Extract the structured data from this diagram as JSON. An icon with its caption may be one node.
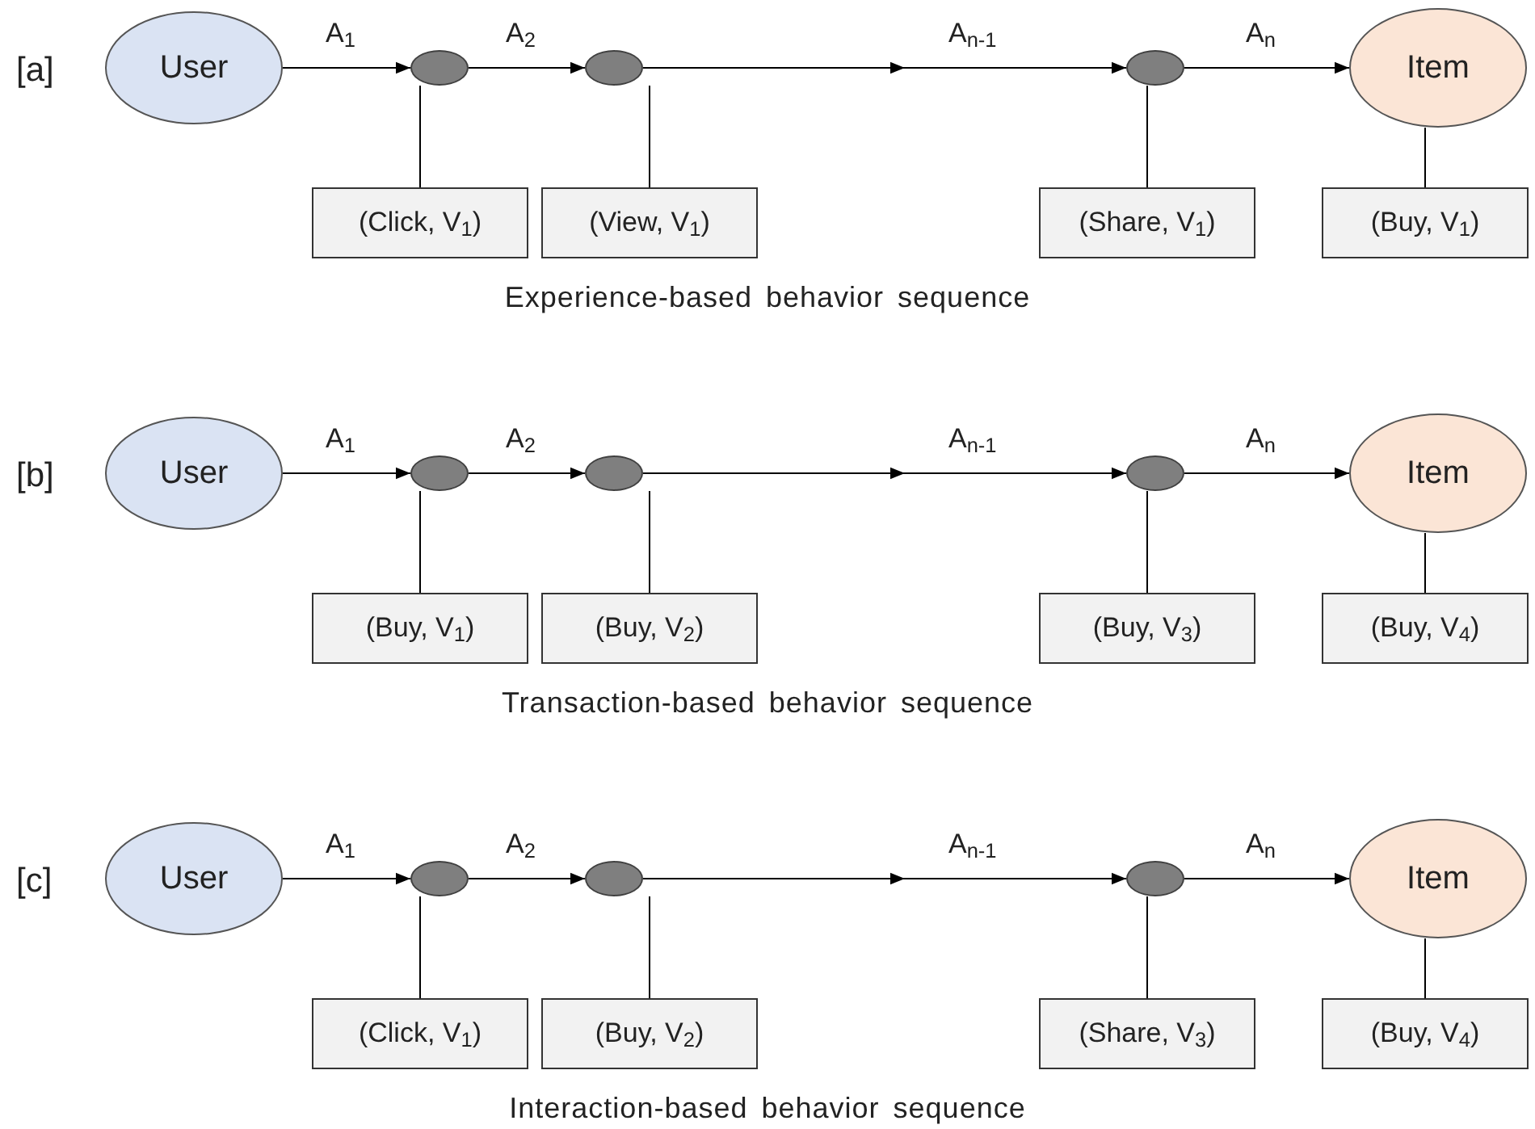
{
  "diagram": {
    "nodes": [
      {
        "text": [
          "User"
        ]
      },
      {
        "text": [],
        "shape": "ellipse"
      },
      {
        "text": [],
        "shape": "ellipse"
      },
      {
        "text": [],
        "shape": "ellipse"
      },
      {
        "text": [
          "Item"
        ]
      },
      {
        "text": [
          "(Click, V$_{1}$)"
        ]
      },
      {
        "text": [
          "(View, V$_{1}$)"
        ]
      },
      {
        "text": [
          "(Share, V$_{1}$)"
        ]
      },
      {
        "text": [
          "(Buy, V$_{1}$)"
        ]
      },
      {
        "text": [
          "User"
        ]
      },
      {
        "text": [],
        "shape": "ellipse"
      },
      {
        "text": [],
        "shape": "ellipse"
      },
      {
        "text": [],
        "shape": "ellipse"
      },
      {
        "text": [
          "Item"
        ]
      },
      {
        "text": [
          "(Buy, V$_{1}$)"
        ]
      },
      {
        "text": [
          "(Buy, V$_{2}$)"
        ]
      },
      {
        "text": [
          "(Buy, V$_{3}$)"
        ]
      },
      {
        "text": [
          "(Buy, V$_{4}$)"
        ]
      },
      {
        "text": [
          "User"
        ]
      },
      {
        "text": [],
        "shape": "ellipse"
      },
      {
        "text": [],
        "shape": "ellipse"
      },
      {
        "text": [],
        "shape": "ellipse"
      },
      {
        "text": [
          "Item"
        ]
      },
      {
        "text": [
          "(Click, V$_{1}$)"
        ]
      },
      {
        "text": [
          "(Buy, V$_{2}$)"
        ]
      },
      {
        "text": [
          "(Share, V$_{3}$)"
        ]
      },
      {
        "text": [
          "(Buy, V$_{4}$)"
        ]
      }
    ],
    "edges": [
      {
        "from": 0,
        "to": 1,
        "arrow": "to",
        "label": "A$_{1}$"
      },
      {
        "from": 1,
        "to": 2,
        "arrow": "to",
        "label": "A$_{2}$"
      },
      {
        "from": 2,
        "to": 3,
        "arrow": "to",
        "label": "A$_{n-1}$"
      },
      {
        "from": 3,
        "to": 4,
        "arrow": "to",
        "label": "A$_{n}$"
      },
      {
        "from": 1,
        "to": 5,
        "arrow": "none"
      },
      {
        "from": 2,
        "to": 6,
        "arrow": "none"
      },
      {
        "from": 3,
        "to": 7,
        "arrow": "none"
      },
      {
        "from": 4,
        "to": 8,
        "arrow": "none"
      },
      {
        "from": 9,
        "to": 10,
        "arrow": "to",
        "label": "A$_{1}$"
      },
      {
        "from": 10,
        "to": 11,
        "arrow": "to",
        "label": "A$_{2}$"
      },
      {
        "from": 11,
        "to": 12,
        "arrow": "to",
        "label": "A$_{n-1}$"
      },
      {
        "from": 12,
        "to": 13,
        "arrow": "to",
        "label": "A$_{n}$"
      },
      {
        "from": 10,
        "to": 14,
        "arrow": "none"
      },
      {
        "from": 11,
        "to": 15,
        "arrow": "none"
      },
      {
        "from": 12,
        "to": 16,
        "arrow": "none"
      },
      {
        "from": 13,
        "to": 17,
        "arrow": "none"
      },
      {
        "from": 18,
        "to": 19,
        "arrow": "to",
        "label": "A$_{1}$"
      },
      {
        "from": 19,
        "to": 20,
        "arrow": "to",
        "label": "A$_{2}$"
      },
      {
        "from": 20,
        "to": 21,
        "arrow": "to",
        "label": "A$_{n-1}$"
      },
      {
        "from": 21,
        "to": 22,
        "arrow": "to",
        "label": "A$_{n}$"
      },
      {
        "from": 19,
        "to": 23,
        "arrow": "none"
      },
      {
        "from": 20,
        "to": 24,
        "arrow": "none"
      },
      {
        "from": 21,
        "to": 25,
        "arrow": "none"
      },
      {
        "from": 22,
        "to": 26,
        "arrow": "none"
      }
    ],
    "labels": [
      "[a]",
      "Experience-based behavior sequence",
      "[b]",
      "Transaction-based behavior sequence",
      "[c]",
      "Interaction-based behavior sequence"
    ]
  }
}
